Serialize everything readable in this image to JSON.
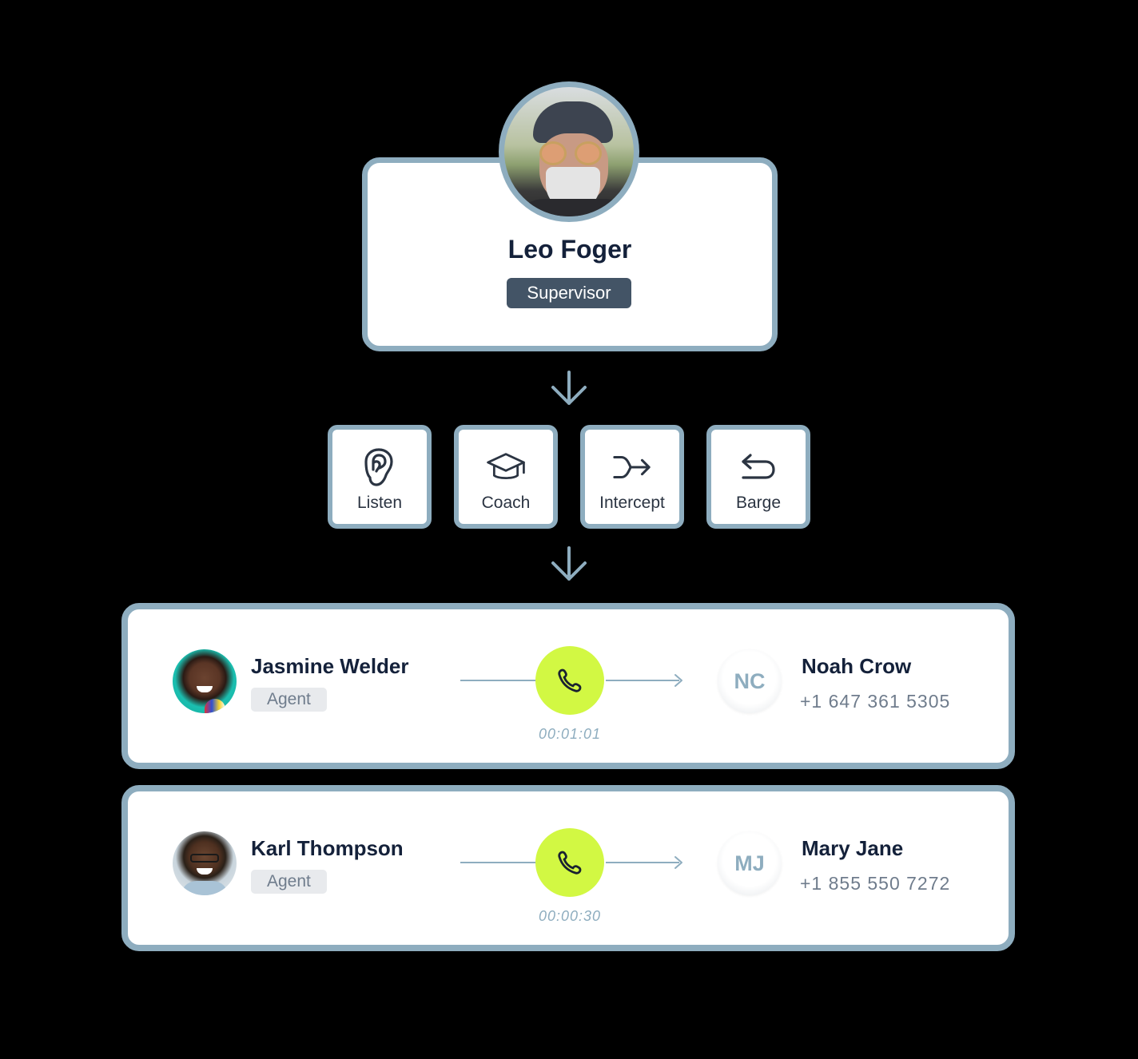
{
  "supervisor": {
    "name": "Leo Foger",
    "role": "Supervisor"
  },
  "actions": [
    {
      "label": "Listen",
      "icon": "ear-icon"
    },
    {
      "label": "Coach",
      "icon": "graduation-cap-icon"
    },
    {
      "label": "Intercept",
      "icon": "merge-arrow-icon"
    },
    {
      "label": "Barge",
      "icon": "return-arrow-icon"
    }
  ],
  "calls": [
    {
      "agent": {
        "name": "Jasmine Welder",
        "role": "Agent"
      },
      "duration": "00:01:01",
      "contact": {
        "initials": "NC",
        "name": "Noah Crow",
        "phone": "+1 647 361 5305"
      }
    },
    {
      "agent": {
        "name": "Karl Thompson",
        "role": "Agent"
      },
      "duration": "00:00:30",
      "contact": {
        "initials": "MJ",
        "name": "Mary Jane",
        "phone": "+1 855 550 7272"
      }
    }
  ],
  "colors": {
    "border": "#8eadbf",
    "call_button": "#d2f843",
    "heading_text": "#14213a",
    "supervisor_badge": "#435466",
    "agent_badge_bg": "#e8eaed",
    "muted_text": "#6f7c8c"
  }
}
